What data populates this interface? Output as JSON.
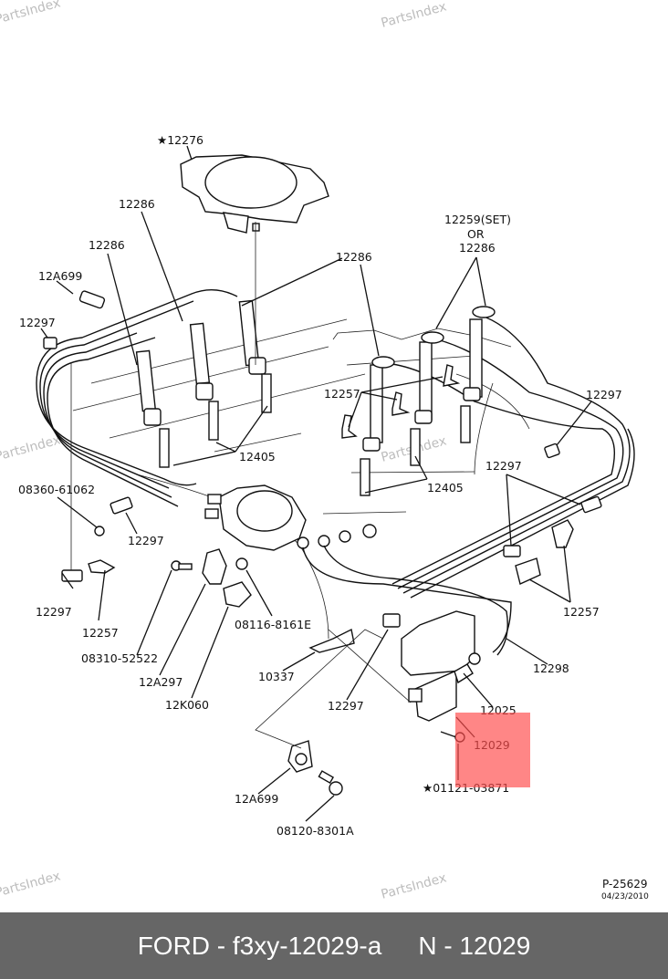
{
  "watermark": "PartsIndex",
  "diagram": {
    "ref_number": "P-25629",
    "ref_date": "04/23/2010",
    "labels": {
      "cover": "★12276",
      "wire_a": "12286",
      "wire_b": "12286",
      "wire_c": "12286",
      "set_line1": "12259(SET)",
      "set_line2": "OR",
      "set_line3": "12286",
      "sensor_top": "12A699",
      "clip_tl": "12297",
      "bracket_mid": "12257",
      "plug_left": "12405",
      "plug_right": "12405",
      "clip_right": "12297",
      "clip_right2": "12297",
      "bolt_left": "08360-61062",
      "clip_left_mid": "12297",
      "clip_left_bottom": "12297",
      "bracket_left": "12257",
      "bracket_right": "12257",
      "bolt_sensor": "08310-52522",
      "sensor_12a297": "12A297",
      "bracket_12k060": "12K060",
      "stud": "08116-8161E",
      "bracket_10337": "10337",
      "clip_coil": "12297",
      "coil_wire": "12298",
      "coil_cover": "12025",
      "coil": "12029",
      "coil_screw": "★01121-03871",
      "knock_sensor": "12A699",
      "knock_bolt": "08120-8301A"
    },
    "highlight_color": "#ff7777"
  },
  "footer": {
    "brand_part": "FORD - f3xy-12029-a",
    "oem_part": "N - 12029"
  }
}
